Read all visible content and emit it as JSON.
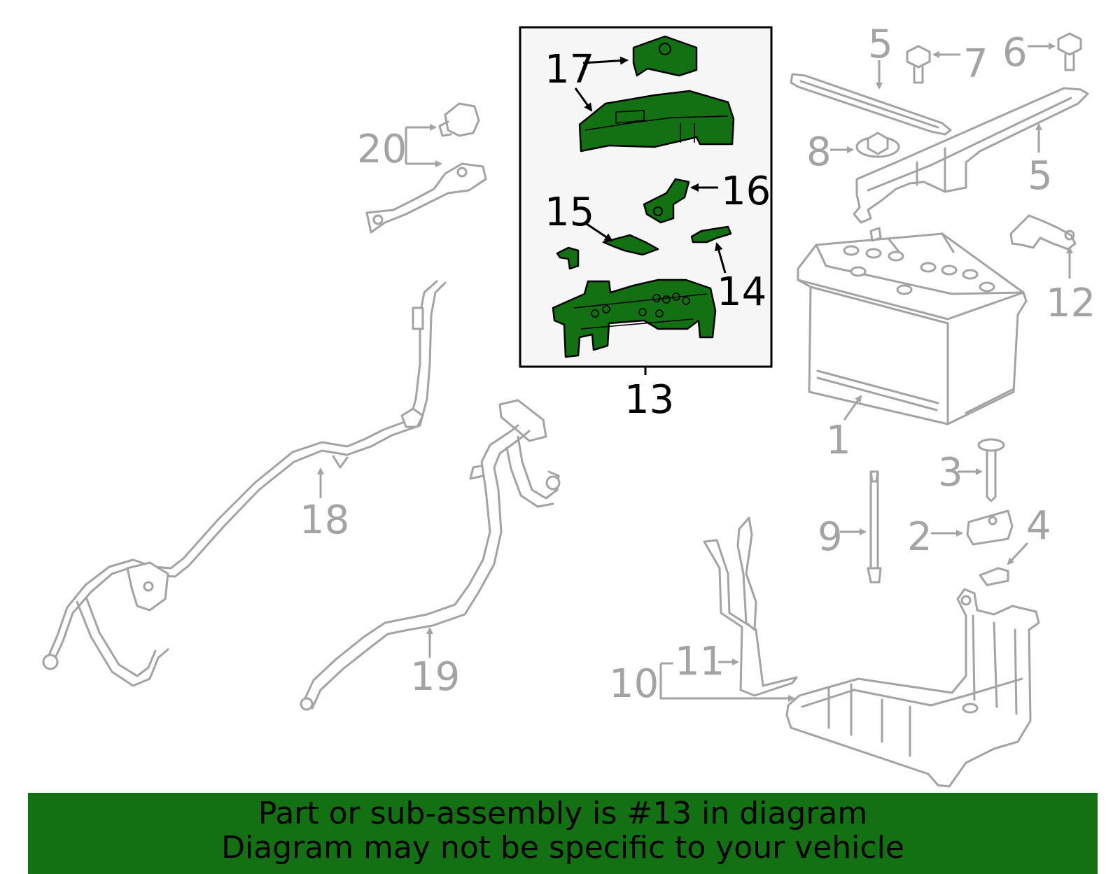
{
  "diagram": {
    "callouts": {
      "c1": "1",
      "c2": "2",
      "c3": "3",
      "c4": "4",
      "c5a": "5",
      "c5b": "5",
      "c6": "6",
      "c7": "7",
      "c8": "8",
      "c9": "9",
      "c10": "10",
      "c11": "11",
      "c12": "12",
      "c13": "13",
      "c14": "14",
      "c15": "15",
      "c16": "16",
      "c17": "17",
      "c18": "18",
      "c19": "19",
      "c20": "20"
    },
    "highlight_color": "#137013",
    "callout_color": "#a3a3a3"
  },
  "footer": {
    "line1": "Part or sub-assembly is #13 in diagram",
    "line2": "Diagram may not be specific to your vehicle"
  }
}
